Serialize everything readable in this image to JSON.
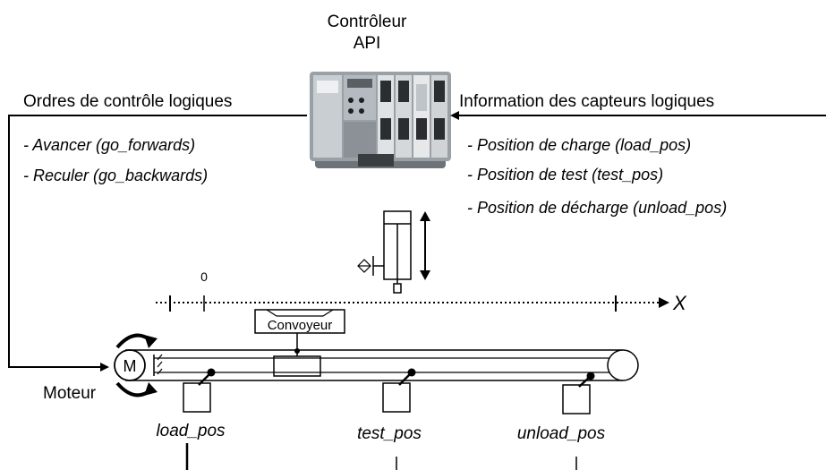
{
  "controller": {
    "title_line1": "Contrôleur",
    "title_line2": "API"
  },
  "left_panel": {
    "heading": "Ordres de contrôle logiques",
    "commands": [
      "- Avancer (go_forwards)",
      "- Reculer (go_backwards)"
    ]
  },
  "right_panel": {
    "heading": "Information des capteurs logiques",
    "sensors": [
      "- Position de charge (load_pos)",
      "- Position de test (test_pos)",
      "- Position de décharge (unload_pos)"
    ]
  },
  "axis": {
    "zero_label": "0",
    "axis_label": "X"
  },
  "conveyor_label": "Convoyeur",
  "motor": {
    "symbol": "M",
    "label": "Moteur"
  },
  "positions": [
    "load_pos",
    "test_pos",
    "unload_pos"
  ]
}
